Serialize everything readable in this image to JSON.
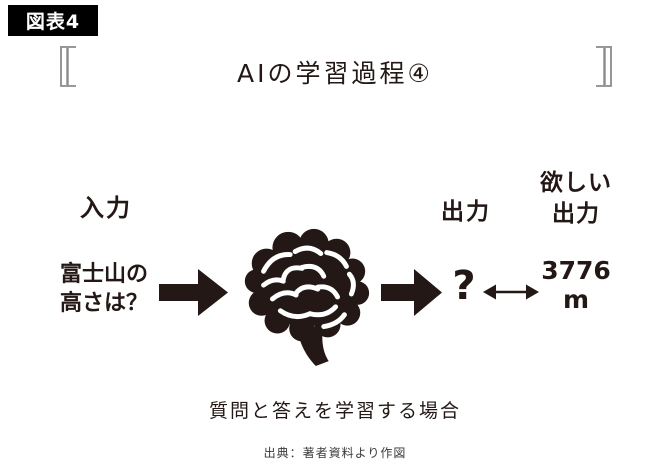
{
  "badge": {
    "label": "図表4"
  },
  "header": {
    "title": "AIの学習過程④"
  },
  "labels": {
    "input": "入力",
    "output": "出力",
    "desired_line1": "欲しい",
    "desired_line2": "出力"
  },
  "flow": {
    "question_line1": "富士山の",
    "question_line2": "高さは？",
    "output_value": "?",
    "desired_value_line1": "3776",
    "desired_value_line2": "m"
  },
  "caption": "質問と答えを学習する場合",
  "source": "出典：著者資料より作図",
  "icons": {
    "brain": "brain-icon",
    "arrow_right": "arrow-right-icon",
    "double_arrow": "double-arrow-icon",
    "bracket_left": "bracket-left-icon",
    "bracket_right": "bracket-right-icon"
  },
  "colors": {
    "ink": "#231815",
    "bracket_gray": "#8a8a8a",
    "background": "#ffffff",
    "badge_bg": "#000000",
    "badge_text": "#ffffff"
  }
}
